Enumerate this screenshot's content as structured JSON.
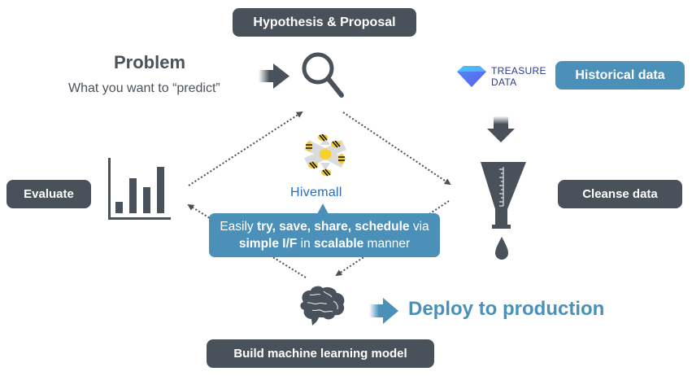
{
  "colors": {
    "dark": "#49525a",
    "blue": "#4a90b9",
    "hivemall_blue": "#2a6db5",
    "treasure_navy": "#2d3a8c"
  },
  "nodes": {
    "hypothesis": "Hypothesis & Proposal",
    "historical": "Historical data",
    "evaluate": "Evaluate",
    "cleanse": "Cleanse data",
    "build": "Build machine learning model"
  },
  "problem": {
    "title": "Problem",
    "subtitle": "What you want to “predict”"
  },
  "treasure_data": {
    "line1": "TREASURE",
    "line2": "DATA"
  },
  "hivemall": {
    "name": "Hivemall"
  },
  "callout": {
    "p1": "Easily ",
    "b1": "try, save, share, schedule",
    "p2": " via",
    "b2": "simple I/F",
    "p3": " in ",
    "b3": "scalable",
    "p4": " manner"
  },
  "deploy": "Deploy to production",
  "icons": {
    "problem_arrow": "arrow-right-icon",
    "hypothesis": "magnifier-icon",
    "treasure": "diamond-icon",
    "historical_arrow": "arrow-down-icon",
    "cleanse": "funnel-icon",
    "drop": "drop-icon",
    "evaluate": "bar-chart-icon",
    "build": "brain-icon",
    "deploy_arrow": "arrow-right-icon",
    "hivemall": "hivemall-logo-icon"
  }
}
